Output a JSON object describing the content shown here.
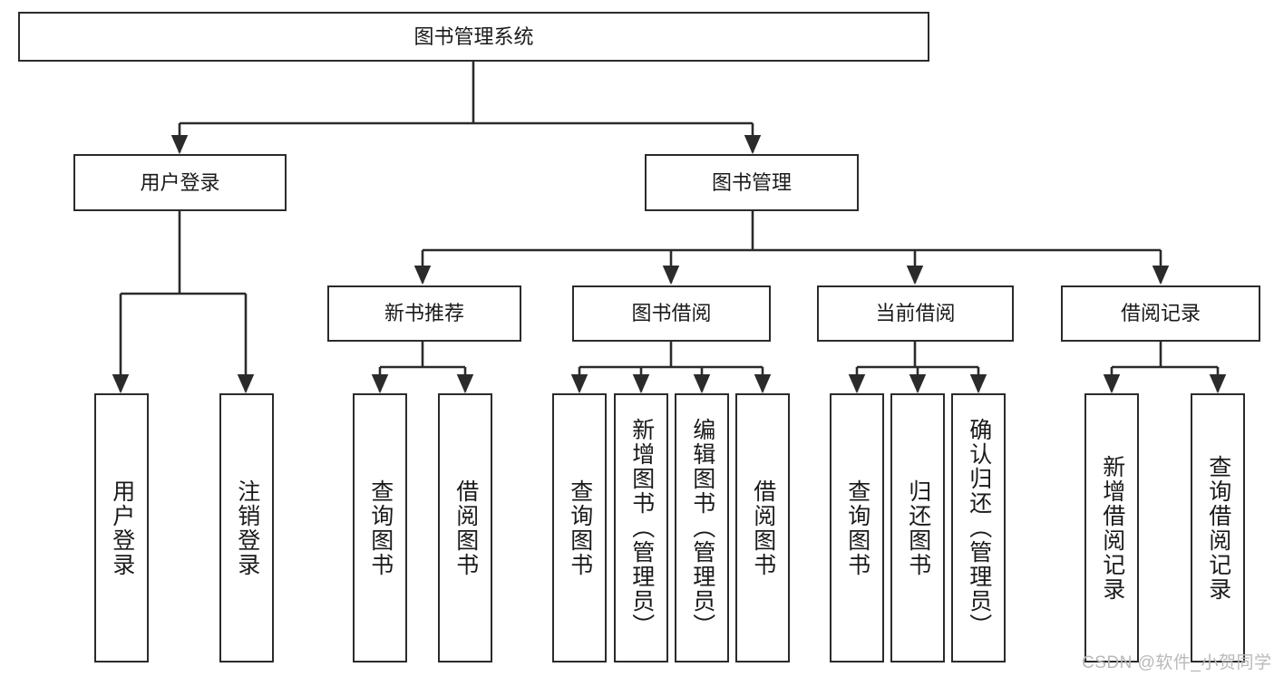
{
  "diagram": {
    "title": "图书管理系统",
    "root": {
      "label": "图书管理系统"
    },
    "level2": [
      {
        "label": "用户登录"
      },
      {
        "label": "图书管理"
      }
    ],
    "level3": [
      {
        "label": "新书推荐"
      },
      {
        "label": "图书借阅"
      },
      {
        "label": "当前借阅"
      },
      {
        "label": "借阅记录"
      }
    ],
    "leaves": {
      "user_login": [
        {
          "label": "用户登录"
        },
        {
          "label": "注销登录"
        }
      ],
      "new_book": [
        {
          "label": "查询图书"
        },
        {
          "label": "借阅图书"
        }
      ],
      "borrow_book": [
        {
          "label": "查询图书"
        },
        {
          "label": "新增图书（管理员）"
        },
        {
          "label": "编辑图书（管理员）"
        },
        {
          "label": "借阅图书"
        }
      ],
      "current_borrow": [
        {
          "label": "查询图书"
        },
        {
          "label": "归还图书"
        },
        {
          "label": "确认归还（管理员）"
        }
      ],
      "borrow_record": [
        {
          "label": "新增借阅记录"
        },
        {
          "label": "查询借阅记录"
        }
      ]
    }
  },
  "watermark": {
    "text": "CSDN @软件_小贺同学"
  },
  "colors": {
    "border": "#2b2b2b",
    "background": "#ffffff",
    "text": "#1a1a1a",
    "watermark": "#b9b9b9"
  }
}
